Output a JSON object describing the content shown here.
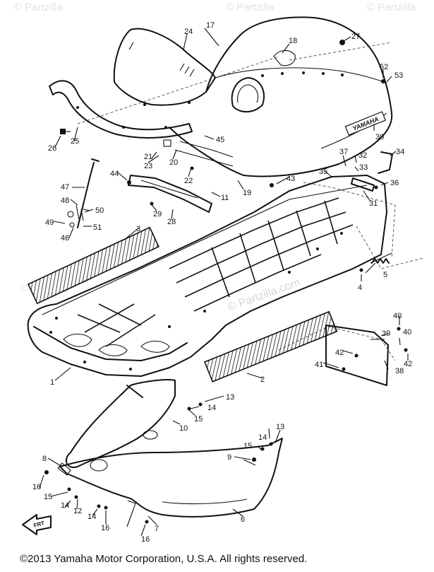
{
  "watermarks": {
    "top_left": "© Partzilla",
    "top_mid": "© Partzilla",
    "top_right": "© Partzilla",
    "center": "© Partzilla.com",
    "left_mid": "© Partzilla"
  },
  "decal_text": "YAMAHA",
  "front_label": "FRT",
  "callouts": [
    "24",
    "17",
    "18",
    "27",
    "52",
    "53",
    "30",
    "26",
    "25",
    "45",
    "21",
    "23",
    "20",
    "22",
    "44",
    "29",
    "28",
    "19",
    "11",
    "43",
    "47",
    "48",
    "50",
    "49",
    "51",
    "46",
    "3",
    "37",
    "32",
    "33",
    "34",
    "35",
    "36",
    "31",
    "5",
    "4",
    "40",
    "39",
    "40",
    "42",
    "42",
    "41",
    "38",
    "1",
    "2",
    "13",
    "14",
    "15",
    "10",
    "8",
    "16",
    "15",
    "14",
    "12",
    "14",
    "16",
    "16",
    "7",
    "9",
    "15",
    "14",
    "13",
    "6"
  ],
  "copyright": "©2013  Yamaha Motor Corporation, U.S.A. All rights reserved."
}
